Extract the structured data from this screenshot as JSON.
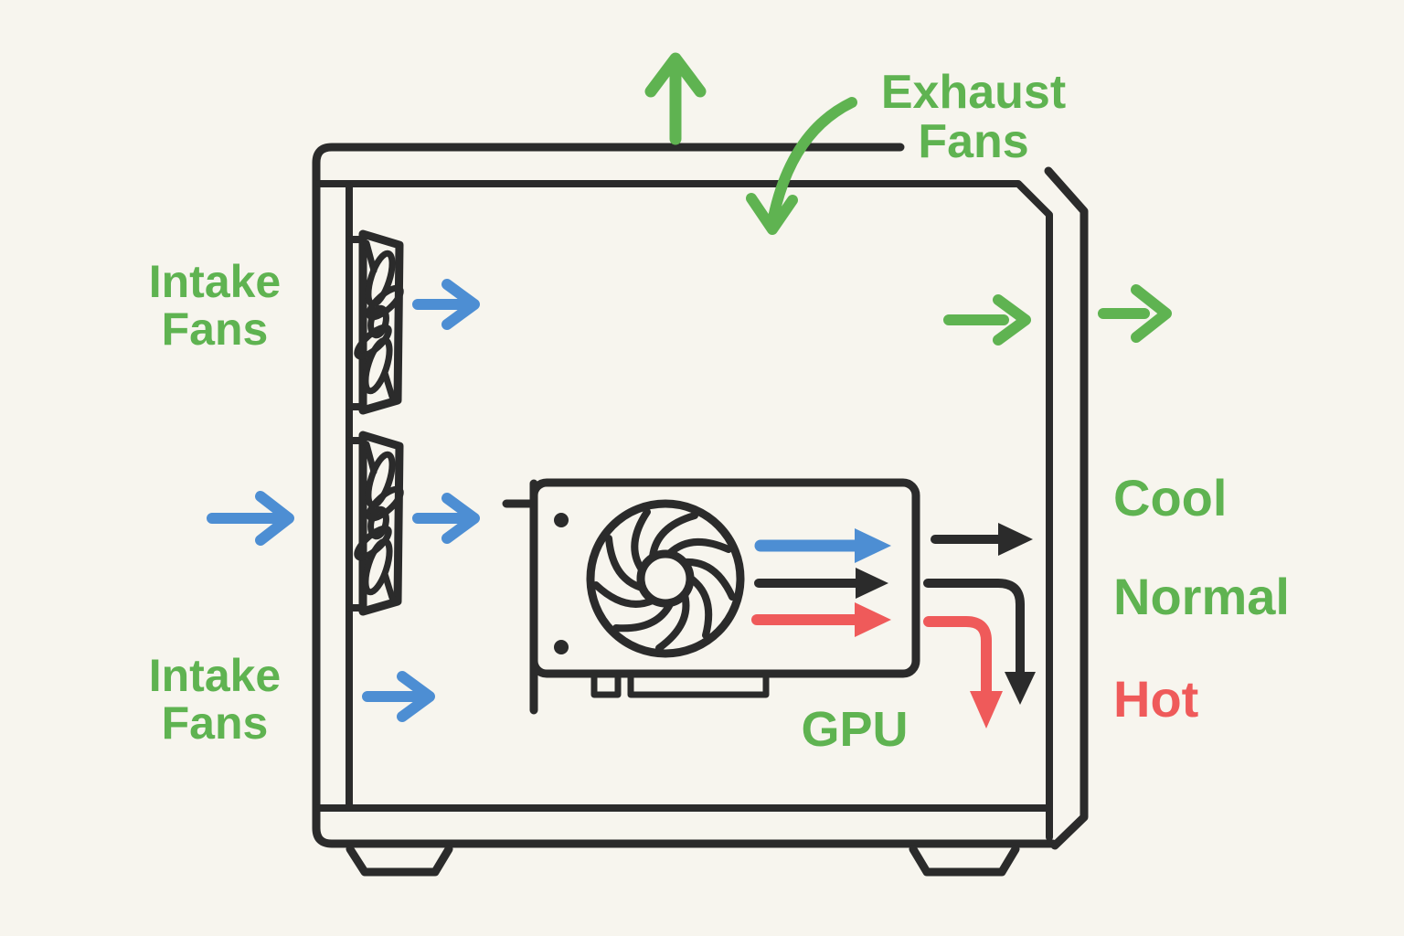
{
  "palette": {
    "background": "#f7f5ee",
    "ink": "#2b2b2b",
    "green": "#5fb351",
    "blue": "#4d8ed3",
    "red": "#ef5a5a"
  },
  "labels": {
    "intake_top": {
      "line1": "Intake",
      "line2": "Fans"
    },
    "intake_bottom": {
      "line1": "Intake",
      "line2": "Fans"
    },
    "exhaust": {
      "line1": "Exhaust",
      "line2": "Fans"
    },
    "gpu": "GPU",
    "temperature_legend": {
      "cool": "Cool",
      "normal": "Normal",
      "hot": "Hot"
    }
  }
}
